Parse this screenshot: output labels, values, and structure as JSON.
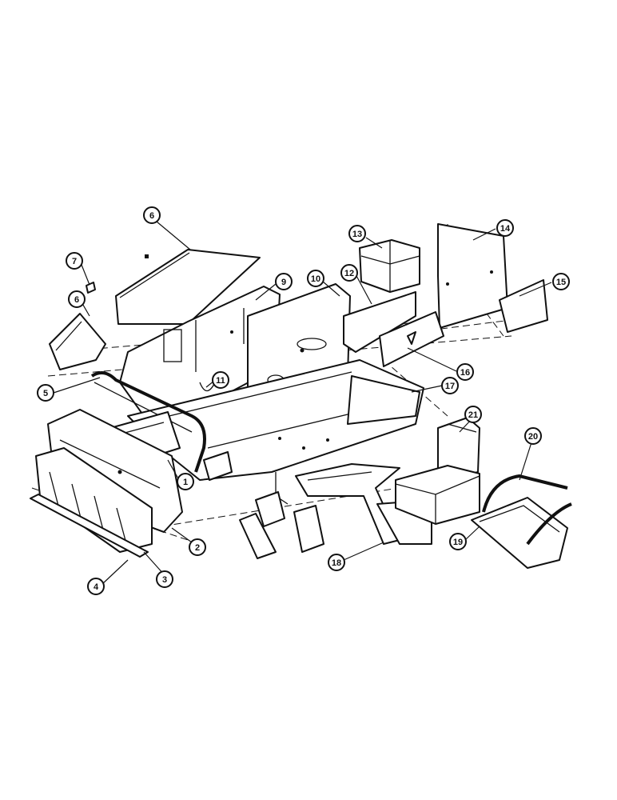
{
  "callouts": [
    {
      "id": "c1",
      "label": "1"
    },
    {
      "id": "c2",
      "label": "2"
    },
    {
      "id": "c3",
      "label": "3"
    },
    {
      "id": "c4",
      "label": "4"
    },
    {
      "id": "c5",
      "label": "5"
    },
    {
      "id": "c6a",
      "label": "6"
    },
    {
      "id": "c6b",
      "label": "6"
    },
    {
      "id": "c7",
      "label": "7"
    },
    {
      "id": "c9",
      "label": "9"
    },
    {
      "id": "c10",
      "label": "10"
    },
    {
      "id": "c11",
      "label": "11"
    },
    {
      "id": "c12",
      "label": "12"
    },
    {
      "id": "c13",
      "label": "13"
    },
    {
      "id": "c14",
      "label": "14"
    },
    {
      "id": "c15",
      "label": "15"
    },
    {
      "id": "c16",
      "label": "16"
    },
    {
      "id": "c17",
      "label": "17"
    },
    {
      "id": "c18",
      "label": "18"
    },
    {
      "id": "c19",
      "label": "19"
    },
    {
      "id": "c20",
      "label": "20"
    },
    {
      "id": "c21",
      "label": "21"
    }
  ]
}
